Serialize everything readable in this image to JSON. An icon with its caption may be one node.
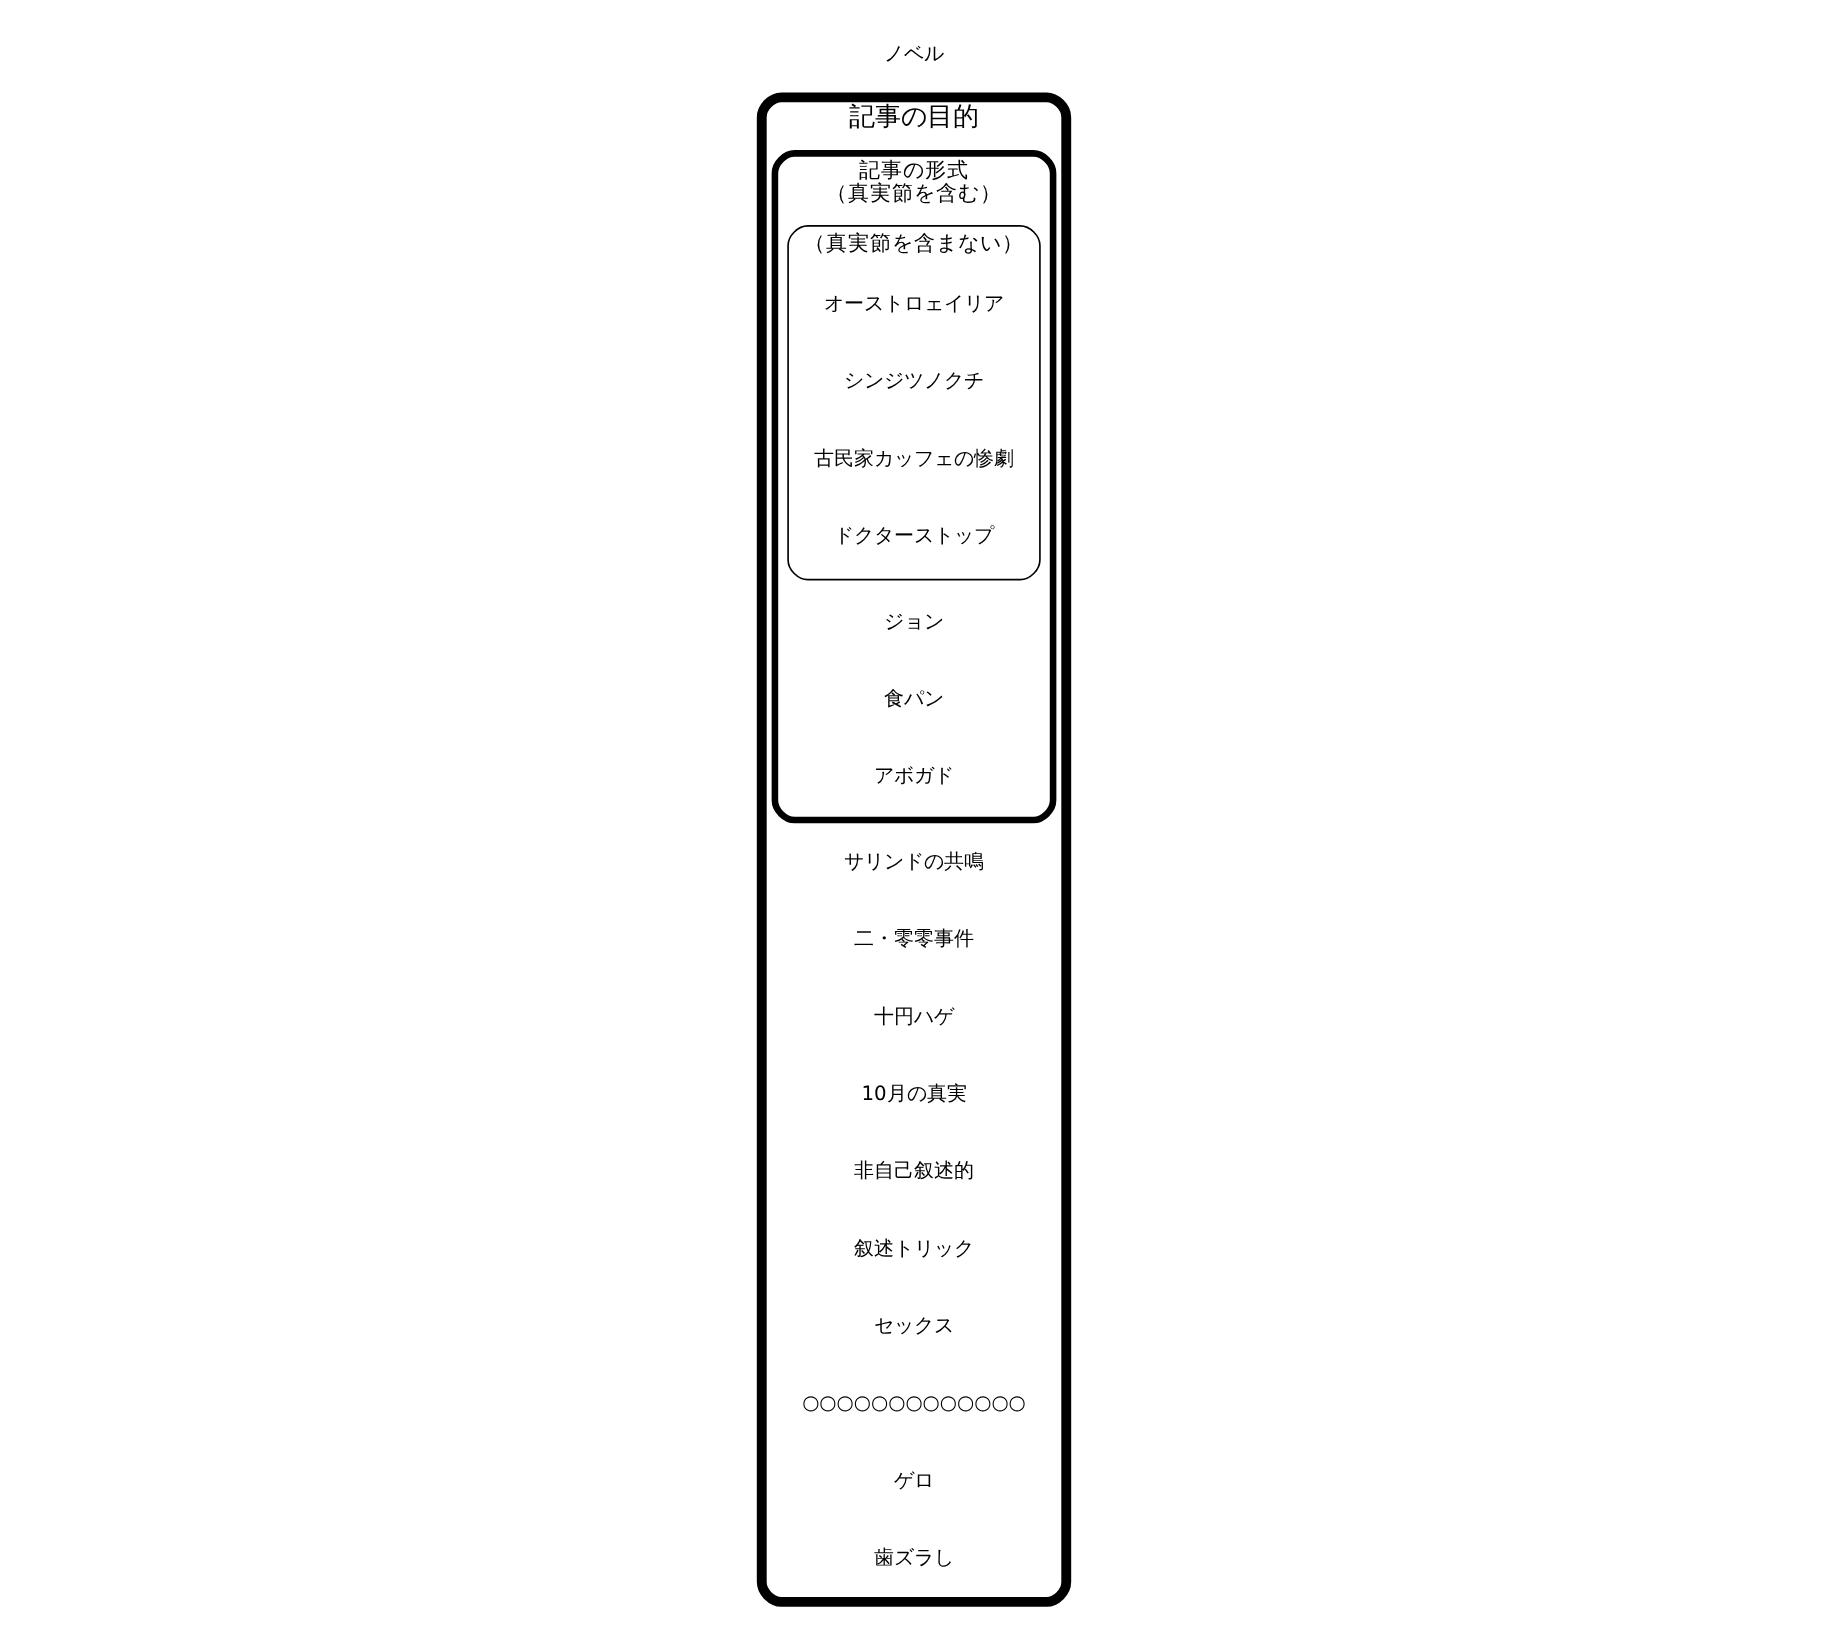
{
  "diagram": {
    "nodes": [
      {
        "text": [
          "記事の目的"
        ]
      },
      {
        "text": [
          "記事の形式",
          "（真実節を含む）"
        ],
        "in": 0
      },
      {
        "text": [
          "（真実節を含まない）"
        ],
        "in": 1
      },
      {
        "text": [
          "オーストロェイリア"
        ],
        "in": 2
      },
      {
        "text": [
          "シンジツノクチ"
        ],
        "in": 2
      },
      {
        "text": [
          "古民家カッフェの惨劇"
        ],
        "in": 2
      },
      {
        "text": [
          "ドクターストップ"
        ],
        "in": 2
      },
      {
        "text": [
          "サリンドの共鳴"
        ],
        "in": 0
      },
      {
        "text": [
          "ジョン"
        ],
        "in": 1
      },
      {
        "text": [
          "二・零零事件"
        ],
        "in": 0
      },
      {
        "text": [
          "食パン"
        ],
        "in": 1
      },
      {
        "text": [
          "十円ハゲ"
        ],
        "in": 0
      },
      {
        "text": [
          "アボガド"
        ],
        "in": 1
      },
      {
        "text": [
          "10月の真実"
        ],
        "in": 0
      },
      {
        "text": [
          "非自己叙述的"
        ],
        "in": 0
      },
      {
        "text": [
          "叙述トリック"
        ],
        "in": 0
      },
      {
        "text": [
          "セックス"
        ],
        "in": 0
      },
      {
        "text": [
          "○○○○○○○○○○○○○"
        ],
        "in": 0
      },
      {
        "text": [
          "ゲロ"
        ],
        "in": 0
      },
      {
        "text": [
          "歯ズラし"
        ],
        "in": 0
      },
      {
        "text": [
          "ノベル"
        ]
      }
    ],
    "edges": []
  }
}
